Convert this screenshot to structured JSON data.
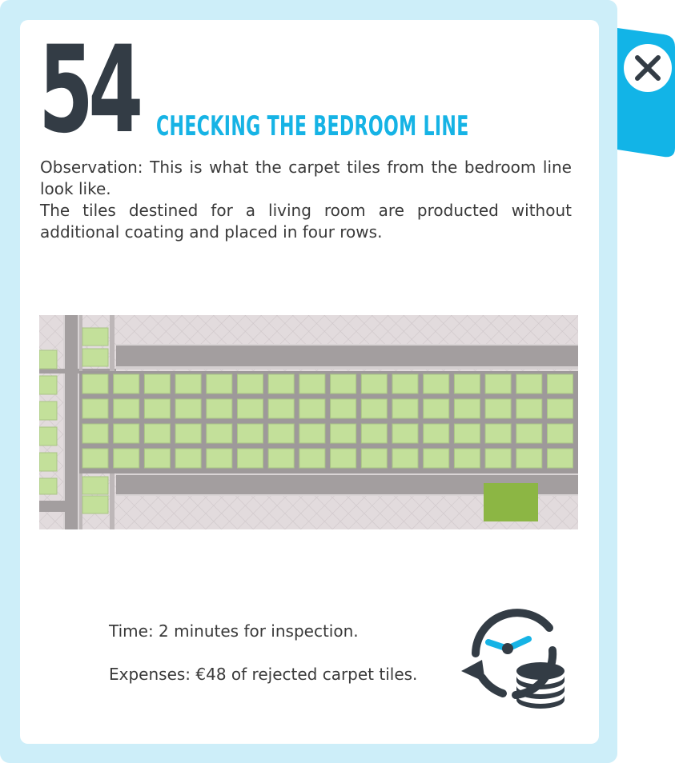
{
  "card": {
    "number": "54",
    "title": "Checking the bedroom line"
  },
  "observation": {
    "line1": "Observation: This is what the carpet tiles from the bedroom line look like.",
    "line2": "The tiles destined for a living room are producted without additional coating and placed in four rows."
  },
  "factory_view": {
    "image": "factory-floor-carpet-tiles",
    "tile_rows": 4,
    "tile_columns": 16,
    "colors": {
      "floor": "#e0d9db",
      "lane": "#a39e9f",
      "tile": "#c3e09a",
      "pallet": "#8cb644"
    }
  },
  "info": {
    "time": "Time:  2 minutes for inspection.",
    "expenses": "Expenses: €48 of rejected carpet tiles."
  },
  "icons": {
    "close": "close-icon",
    "summary": "clock-coins-icon"
  },
  "colors": {
    "accent": "#16b3e5",
    "frame": "#cdeef9",
    "dark": "#333c45"
  }
}
